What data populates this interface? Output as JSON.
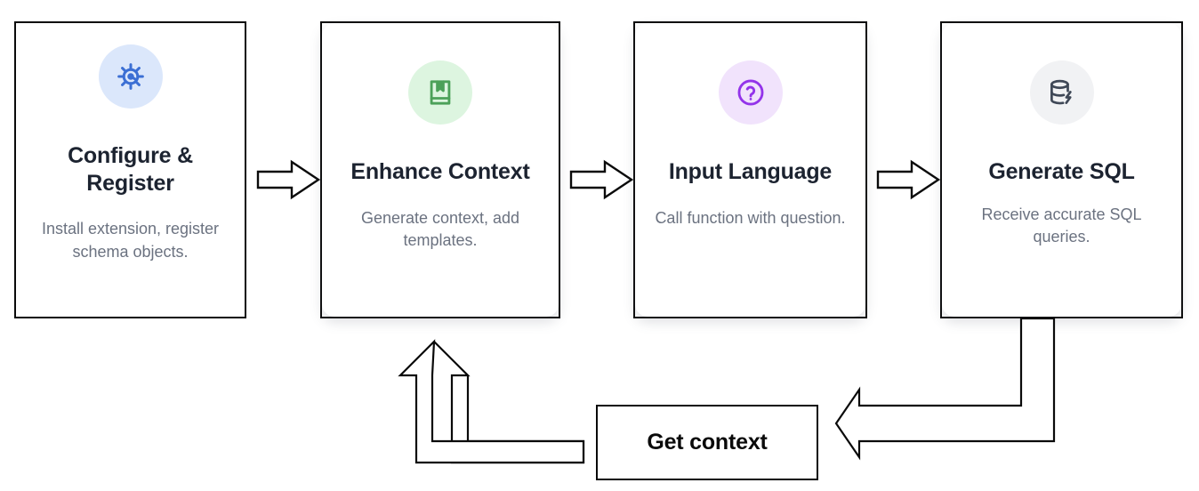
{
  "diagram": {
    "title_text": "Configure & Register → Enhance Context → Input Language → Generate SQL workflow with Get context feedback loop",
    "steps": [
      {
        "id": "configure-register",
        "icon": "gear-icon",
        "icon_color": "#3b6fd4",
        "icon_bg": "#dbe7fb",
        "title": "Configure & Register",
        "description": "Install extension, register schema objects."
      },
      {
        "id": "enhance-context",
        "icon": "book-bookmark-icon",
        "icon_color": "#4ca159",
        "icon_bg": "#ddf5e0",
        "title": "Enhance Context",
        "description": "Generate context, add templates."
      },
      {
        "id": "input-language",
        "icon": "question-circle-icon",
        "icon_color": "#9333ea",
        "icon_bg": "#f1e3fc",
        "title": "Input Language",
        "description": "Call function with question."
      },
      {
        "id": "generate-sql",
        "icon": "database-zap-icon",
        "icon_color": "#3f4857",
        "icon_bg": "#f1f2f4",
        "title": "Generate SQL",
        "description": "Receive accurate SQL queries."
      }
    ],
    "connectors": [
      {
        "id": "arrow-step1-step2",
        "direction": "right"
      },
      {
        "id": "arrow-step2-step3",
        "direction": "right"
      },
      {
        "id": "arrow-step3-step4",
        "direction": "right"
      },
      {
        "id": "arrow-feedback-in",
        "direction": "up"
      },
      {
        "id": "arrow-feedback-out",
        "direction": "left"
      }
    ],
    "loop_box": {
      "label": "Get context"
    },
    "colors": {
      "stroke": "#0a0a0a",
      "title_text": "#1c2330",
      "body_text": "#6b7280",
      "background": "#ffffff"
    }
  }
}
